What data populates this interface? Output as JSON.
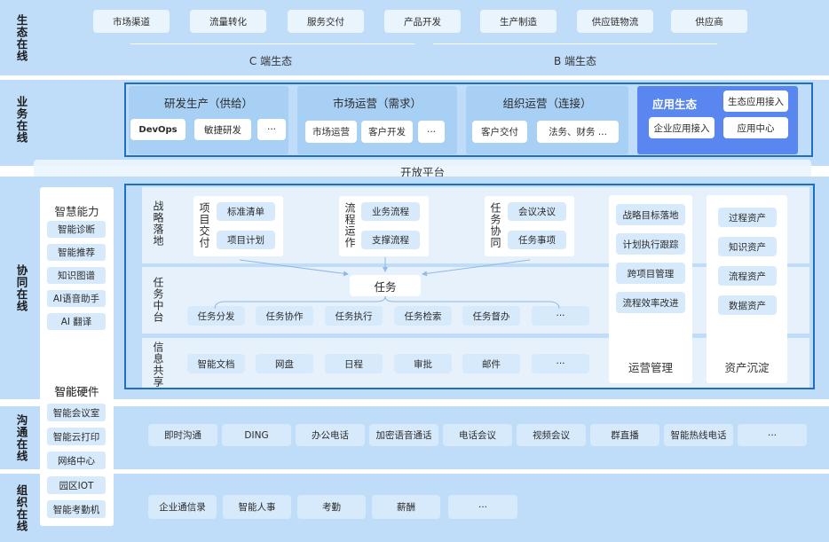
{
  "layers": {
    "ecosystem": "生态在线",
    "business": "业务在线",
    "collab": "协同在线",
    "comm": "沟通在线",
    "org": "组织在线"
  },
  "ecosystem": {
    "chips": [
      "市场渠道",
      "流量转化",
      "服务交付",
      "产品开发",
      "生产制造",
      "供应链物流",
      "供应商"
    ],
    "c_label": "C 端生态",
    "b_label": "B 端生态"
  },
  "business": {
    "rd": {
      "title": "研发生产（供给）",
      "items": [
        "DevOps",
        "敏捷研发",
        "···"
      ]
    },
    "market": {
      "title": "市场运营（需求）",
      "items": [
        "市场运营",
        "客户开发",
        "···"
      ]
    },
    "org": {
      "title": "组织运营（连接）",
      "items": [
        "客户交付",
        "法务、财务 ..."
      ]
    },
    "app": {
      "title": "应用生态",
      "items": [
        "生态应用接入",
        "企业应用接入",
        "应用中心"
      ]
    },
    "platform": "开放平台"
  },
  "smart": {
    "title": "智慧能力",
    "items": [
      "智能诊断",
      "智能推荐",
      "知识图谱",
      "AI语音助手",
      "AI 翻译"
    ],
    "hardware_title": "智能硬件",
    "hardware_items": [
      "智能会议室",
      "智能云打印",
      "网络中心",
      "园区IOT",
      "智能考勤机"
    ]
  },
  "collab": {
    "strategy": "战略落地",
    "project": {
      "title": "项目交付",
      "items": [
        "标准清单",
        "项目计划"
      ]
    },
    "process": {
      "title": "流程运作",
      "items": [
        "业务流程",
        "支撑流程"
      ]
    },
    "taskcollab": {
      "title": "任务协同",
      "items": [
        "会议决议",
        "任务事项"
      ]
    },
    "task_center": "任务中台",
    "task": "任务",
    "task_items": [
      "任务分发",
      "任务协作",
      "任务执行",
      "任务检索",
      "任务督办",
      "···"
    ],
    "info_share": "信息共享",
    "info_items": [
      "智能文档",
      "网盘",
      "日程",
      "审批",
      "邮件",
      "···"
    ],
    "ops": {
      "title": "运营管理",
      "items": [
        "战略目标落地",
        "计划执行跟踪",
        "跨项目管理",
        "流程效率改进"
      ]
    },
    "assets": {
      "title": "资产沉淀",
      "items": [
        "过程资产",
        "知识资产",
        "流程资产",
        "数据资产"
      ]
    }
  },
  "comm": {
    "items": [
      "即时沟通",
      "DING",
      "办公电话",
      "加密语音通话",
      "电话会议",
      "视频会议",
      "群直播",
      "智能热线电话",
      "···"
    ]
  },
  "org": {
    "items": [
      "企业通信录",
      "智能人事",
      "考勤",
      "薪酬",
      "···"
    ]
  },
  "colors": {
    "band": "#bfdcf8",
    "frame": "#1e6fbf",
    "chip": "#d7eafc",
    "app": "#5a86f0"
  }
}
